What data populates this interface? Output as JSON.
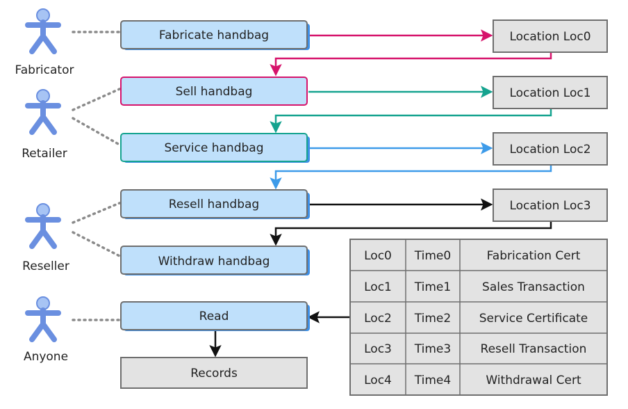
{
  "actors": [
    {
      "id": "fabricator",
      "label": "Fabricator"
    },
    {
      "id": "retailer",
      "label": "Retailer"
    },
    {
      "id": "reseller",
      "label": "Reseller"
    },
    {
      "id": "anyone",
      "label": "Anyone"
    }
  ],
  "actions": [
    {
      "id": "fabricate",
      "label": "Fabricate handbag",
      "border": "#6e6e6e"
    },
    {
      "id": "sell",
      "label": "Sell handbag",
      "border": "#d6136b"
    },
    {
      "id": "service",
      "label": "Service handbag",
      "border": "#15a38f"
    },
    {
      "id": "resell",
      "label": "Resell handbag",
      "border": "#6e6e6e"
    },
    {
      "id": "withdraw",
      "label": "Withdraw handbag",
      "border": "#6e6e6e"
    },
    {
      "id": "read",
      "label": "Read",
      "border": "#6e6e6e"
    }
  ],
  "locations": [
    {
      "id": "loc0",
      "label": "Location Loc0"
    },
    {
      "id": "loc1",
      "label": "Location Loc1"
    },
    {
      "id": "loc2",
      "label": "Location Loc2"
    },
    {
      "id": "loc3",
      "label": "Location Loc3"
    }
  ],
  "records_label": "Records",
  "ledger": {
    "rows": [
      [
        "Loc0",
        "Time0",
        "Fabrication Cert"
      ],
      [
        "Loc1",
        "Time1",
        "Sales Transaction"
      ],
      [
        "Loc2",
        "Time2",
        "Service Certificate"
      ],
      [
        "Loc3",
        "Time3",
        "Resell Transaction"
      ],
      [
        "Loc4",
        "Time4",
        "Withdrawal Cert"
      ]
    ]
  },
  "colors": {
    "box_fill": "#bfe0fb",
    "box_shadow": "#3d8fe6",
    "grey_fill": "#e3e3e3",
    "grey_border": "#6e6e6e",
    "arrow_loc0": "#d6136b",
    "arrow_loc1": "#15a38f",
    "arrow_loc2": "#3d9be9",
    "arrow_loc3": "#111111",
    "actor_fill": "#a7c4f4",
    "actor_stroke": "#6a8fe0",
    "dotted": "#8a8a8a"
  }
}
